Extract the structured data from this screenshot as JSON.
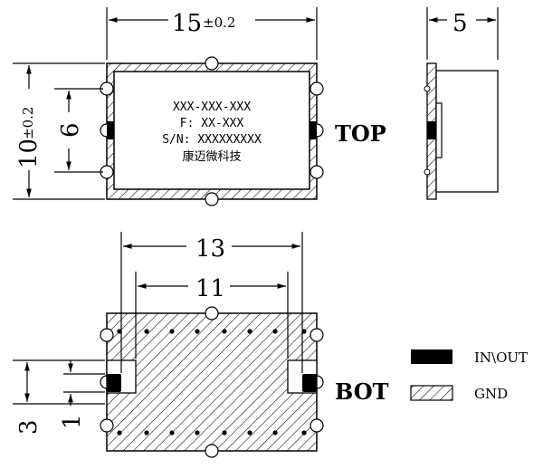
{
  "top_view": {
    "width_dim": "15",
    "width_tol": "±0.2",
    "height_dim": "10",
    "height_tol": "±0.2",
    "inner_dim": "6",
    "label_lines": [
      "XXX-XXX-XXX",
      "F: XX-XXX",
      "S/N: XXXXXXXXX",
      "康迈微科技"
    ],
    "view_label": "TOP"
  },
  "side_view": {
    "thickness_dim": "5"
  },
  "bottom_view": {
    "outer_dim": "13",
    "inner_dim": "11",
    "pad_pitch_dim": "3",
    "pad_width_dim": "1",
    "view_label": "BOT"
  },
  "legend": {
    "items": [
      {
        "name": "IN\\OUT",
        "style": "solid",
        "color": "#000000"
      },
      {
        "name": "GND",
        "style": "hatched",
        "color": "#000000"
      }
    ]
  }
}
